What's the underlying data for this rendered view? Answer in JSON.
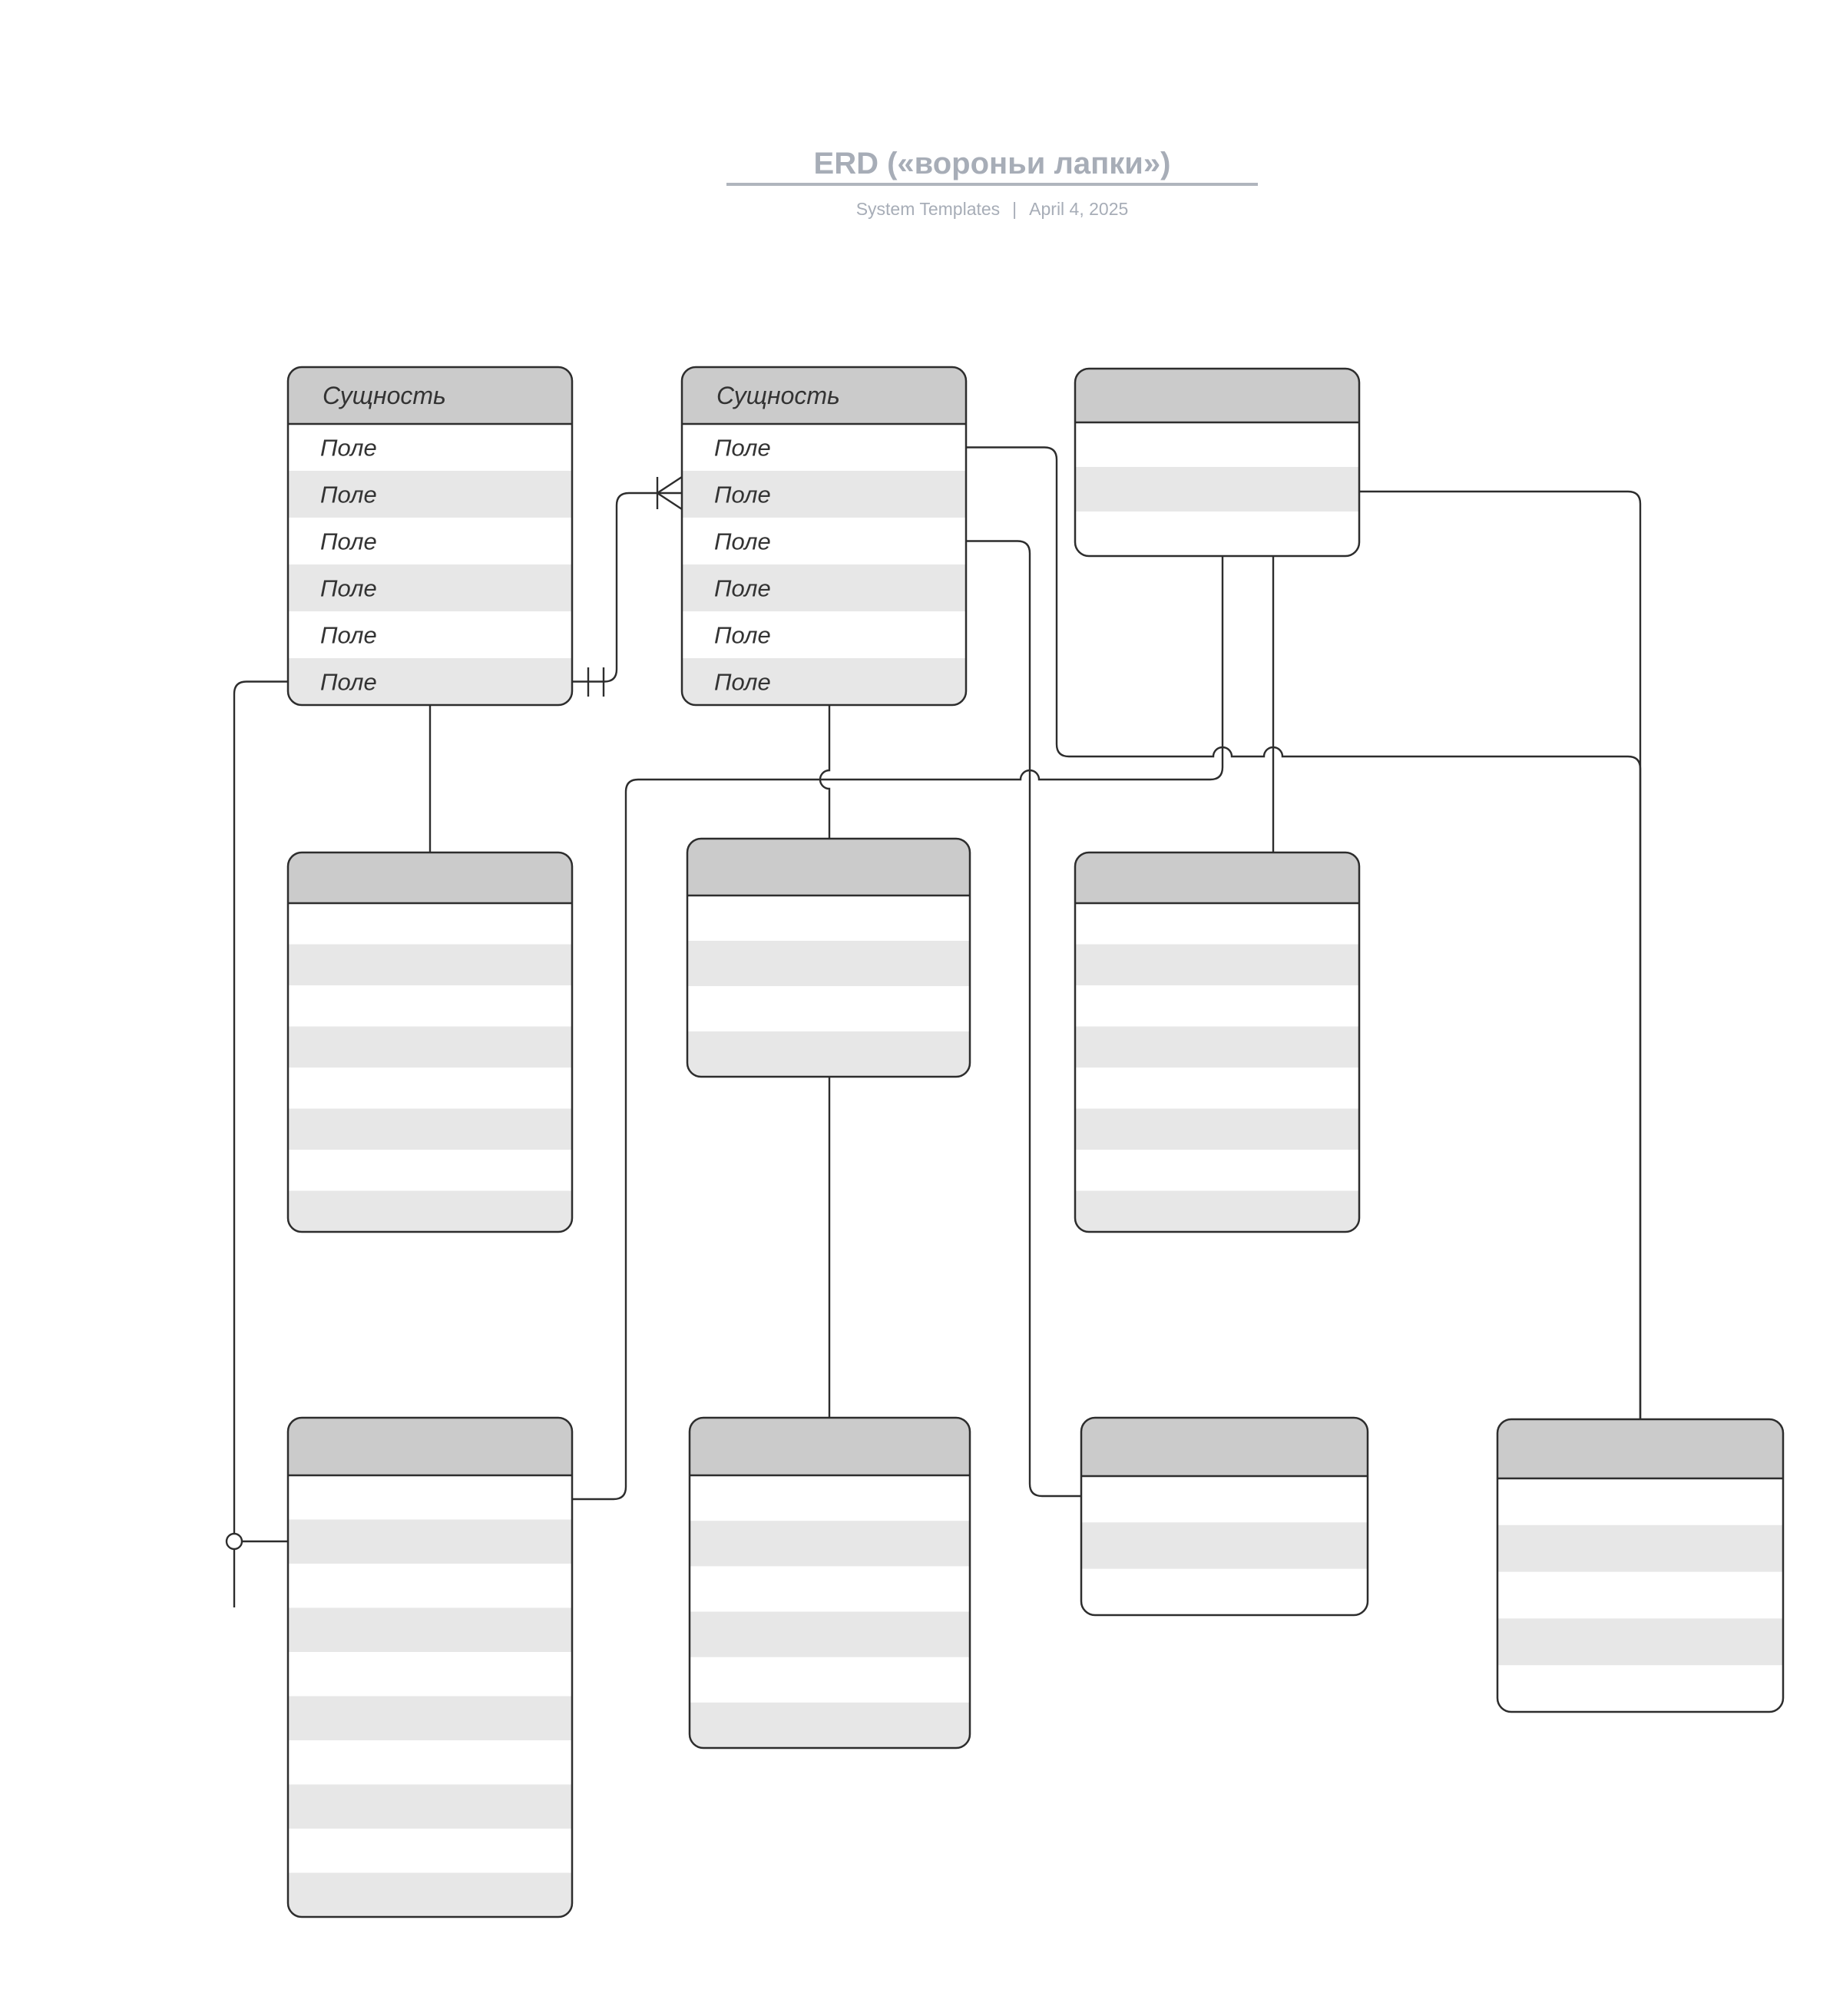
{
  "page": {
    "title": "ERD («вороньи лапки»)",
    "subtitle_left": "System Templates",
    "subtitle_separator": "|",
    "subtitle_right": "April 4, 2025"
  },
  "colors": {
    "background": "#ffffff",
    "title_text": "#a7adb7",
    "divider": "#b0b5bd",
    "table_header_fill": "#cbcbcb",
    "table_row_alt_fill": "#e7e7e7",
    "table_body_fill": "#ffffff",
    "line_stroke": "#2d2d2d",
    "field_text": "#333333"
  },
  "notation_markers": {
    "exactly_one": "double-tick",
    "one_or_many": "crows-foot-with-tick",
    "zero_optional": "circle"
  },
  "entities": [
    {
      "name": "entity-top-left",
      "label": "Сущность",
      "fields": [
        "Поле",
        "Поле",
        "Поле",
        "Поле",
        "Поле",
        "Поле"
      ]
    },
    {
      "name": "entity-top-center",
      "label": "Сущность",
      "fields": [
        "Поле",
        "Поле",
        "Поле",
        "Поле",
        "Поле",
        "Поле"
      ]
    },
    {
      "name": "entity-top-right",
      "label": "",
      "rows": 3
    },
    {
      "name": "entity-mid-left",
      "label": "",
      "rows": 8
    },
    {
      "name": "entity-mid-center",
      "label": "",
      "rows": 4
    },
    {
      "name": "entity-mid-right",
      "label": "",
      "rows": 8
    },
    {
      "name": "entity-bottom-left",
      "label": "",
      "rows": 10
    },
    {
      "name": "entity-bottom-center",
      "label": "",
      "rows": 6
    },
    {
      "name": "entity-bottom-right",
      "label": "",
      "rows": 3
    },
    {
      "name": "entity-far-right",
      "label": "",
      "rows": 5
    }
  ]
}
